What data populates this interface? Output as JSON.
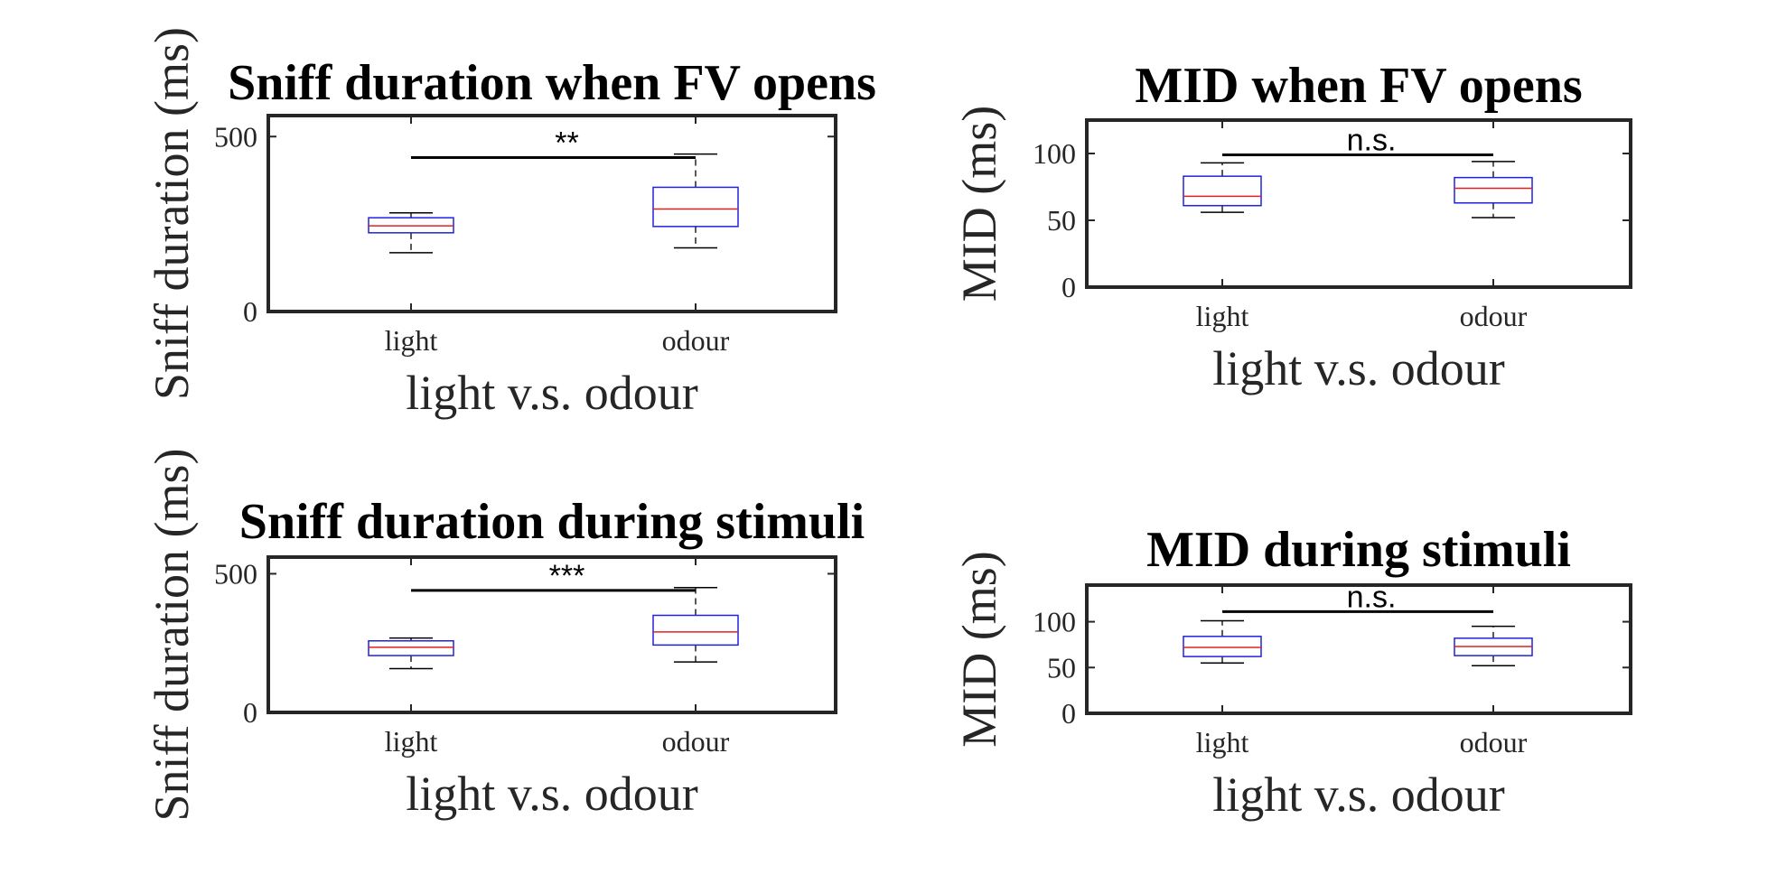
{
  "chart_data": [
    {
      "type": "box",
      "title": "Sniff duration when FV opens",
      "xlabel": "light v.s. odour",
      "ylabel": "Sniff duration (ms)",
      "categories": [
        "light",
        "odour"
      ],
      "ylim": [
        0,
        560
      ],
      "yticks": [
        0,
        500
      ],
      "boxes": [
        {
          "whisker_low": 168,
          "q1": 225,
          "median": 245,
          "q3": 268,
          "whisker_high": 282
        },
        {
          "whisker_low": 182,
          "q1": 243,
          "median": 293,
          "q3": 355,
          "whisker_high": 450
        }
      ],
      "significance": {
        "label": "**",
        "y": 440
      }
    },
    {
      "type": "box",
      "title": "MID when FV opens",
      "xlabel": "light v.s. odour",
      "ylabel": "MID (ms)",
      "categories": [
        "light",
        "odour"
      ],
      "ylim": [
        0,
        125
      ],
      "yticks": [
        0,
        50,
        100
      ],
      "boxes": [
        {
          "whisker_low": 56,
          "q1": 61,
          "median": 68,
          "q3": 83,
          "whisker_high": 93
        },
        {
          "whisker_low": 52,
          "q1": 63,
          "median": 74,
          "q3": 82,
          "whisker_high": 94
        }
      ],
      "significance": {
        "label": "n.s.",
        "y": 99
      }
    },
    {
      "type": "box",
      "title": "Sniff duration during stimuli",
      "xlabel": "light v.s. odour",
      "ylabel": "Sniff duration (ms)",
      "categories": [
        "light",
        "odour"
      ],
      "ylim": [
        0,
        560
      ],
      "yticks": [
        0,
        500
      ],
      "boxes": [
        {
          "whisker_low": 158,
          "q1": 205,
          "median": 235,
          "q3": 258,
          "whisker_high": 268
        },
        {
          "whisker_low": 182,
          "q1": 243,
          "median": 290,
          "q3": 350,
          "whisker_high": 450
        }
      ],
      "significance": {
        "label": "***",
        "y": 440
      }
    },
    {
      "type": "box",
      "title": "MID during stimuli",
      "xlabel": "light v.s. odour",
      "ylabel": "MID (ms)",
      "categories": [
        "light",
        "odour"
      ],
      "ylim": [
        0,
        140
      ],
      "yticks": [
        0,
        50,
        100
      ],
      "boxes": [
        {
          "whisker_low": 55,
          "q1": 62,
          "median": 72,
          "q3": 84,
          "whisker_high": 101
        },
        {
          "whisker_low": 52,
          "q1": 63,
          "median": 73,
          "q3": 82,
          "whisker_high": 95
        }
      ],
      "significance": {
        "label": "n.s.",
        "y": 111
      }
    }
  ]
}
